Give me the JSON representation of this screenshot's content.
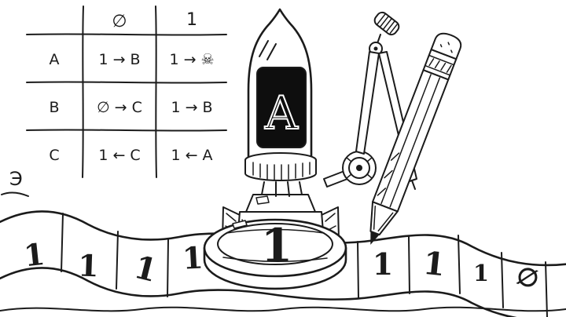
{
  "illustration": "hand-drawn turing machine robot on a tape",
  "colors": {
    "ink": "#1b1b1b",
    "paper": "#ffffff",
    "screen_background": "#0e0e0e",
    "screen_glyph": "#ffffff"
  },
  "transition_table": {
    "column_headers": [
      "∅",
      "1"
    ],
    "rows": [
      {
        "state": "A",
        "on_blank": "1 → B",
        "on_one": "1 → ☠"
      },
      {
        "state": "B",
        "on_blank": "∅ → C",
        "on_one": "1 → B"
      },
      {
        "state": "C",
        "on_blank": "1 ← C",
        "on_one": "1 ← A"
      }
    ]
  },
  "machine": {
    "state_display": "A"
  },
  "magnifier": {
    "symbol": "1"
  },
  "tape": {
    "edge_symbol": "Э",
    "cells": [
      "1",
      "1",
      "1",
      "1",
      "1",
      "1",
      "1",
      "1",
      "∅"
    ]
  },
  "icons": {
    "halt": "☠"
  }
}
